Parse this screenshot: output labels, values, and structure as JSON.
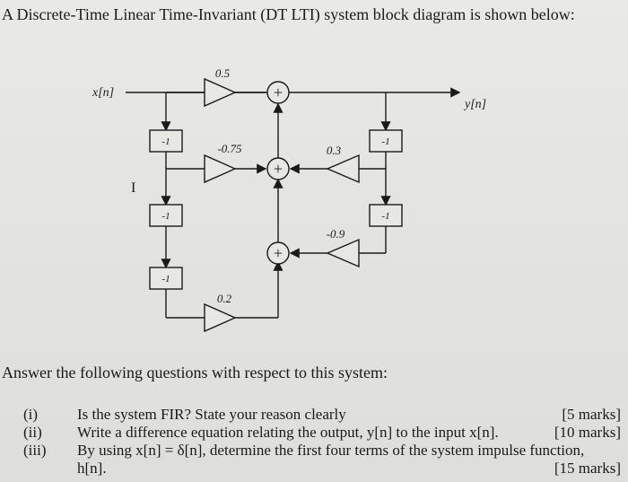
{
  "heading": "A Discrete-Time Linear Time-Invariant (DT LTI) system block diagram is shown below:",
  "diagram": {
    "input_label": "x[n]",
    "output_label": "y[n]",
    "gains": [
      "0.5",
      "-0.75",
      "0.2",
      "0.3",
      "-0.9"
    ],
    "delay_labels": [
      "-1",
      "-1",
      "-1",
      "-1",
      "-1"
    ],
    "adder_symbol": "+",
    "cursor_symbol": "I"
  },
  "prompt": "Answer the following questions with respect to this system:",
  "questions": [
    {
      "num": "(i)",
      "text": "Is the system FIR? State your reason clearly",
      "marks": "[5 marks]"
    },
    {
      "num": "(ii)",
      "text": "Write a difference equation relating the output, y[n] to the input x[n].",
      "marks": "[10 marks]"
    },
    {
      "num": "(iii)",
      "text": "By using x[n] = δ[n], determine the first four terms of the system impulse function,",
      "text2": "h[n].",
      "marks": "[15 marks]"
    }
  ]
}
